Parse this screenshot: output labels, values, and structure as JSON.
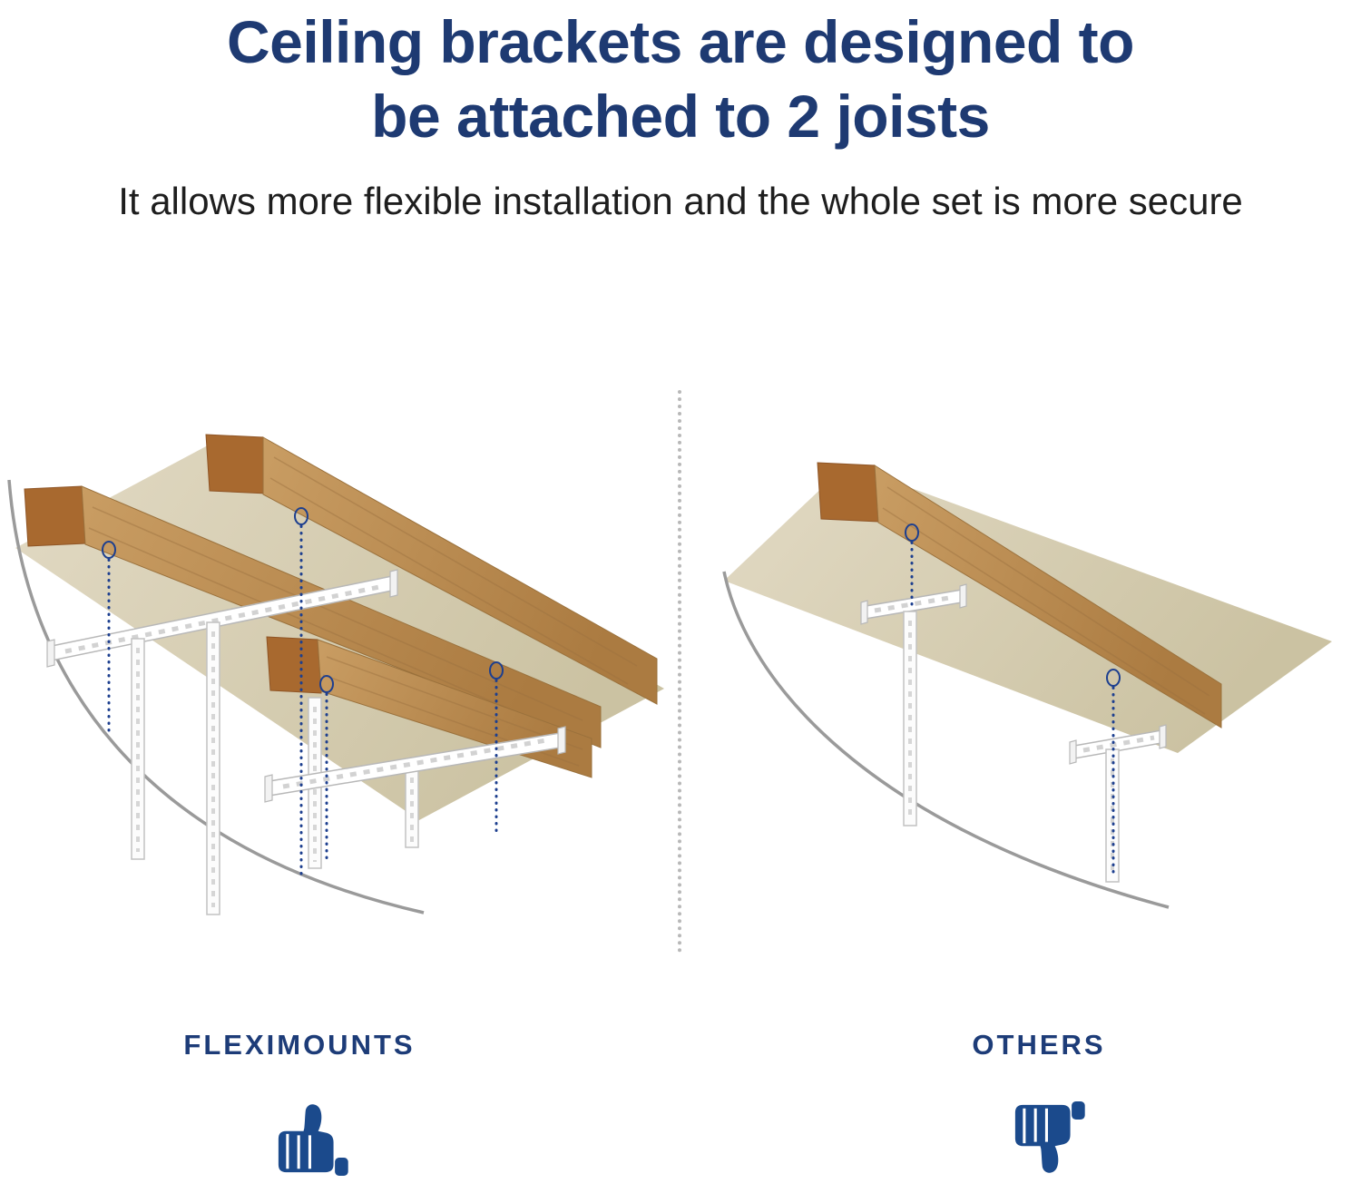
{
  "title": {
    "line1": "Ceiling brackets are designed to",
    "line2": "be attached to 2 joists"
  },
  "subtitle": "It allows more flexible installation and the whole set is more secure",
  "comparison": {
    "left": {
      "label": "FLEXIMOUNTS",
      "verdict": "positive",
      "verdict_icon": "thumbs-up-icon"
    },
    "right": {
      "label": "OTHERS",
      "verdict": "negative",
      "verdict_icon": "thumbs-down-icon"
    }
  },
  "colors": {
    "title_blue": "#1e3a72",
    "body_text": "#1e1e1e",
    "brand_label_blue": "#1d3c78",
    "icon_blue": "#1b4a8c",
    "screw_guide_blue": "#1d3f8f",
    "ceiling_beige": "#d8d0b5",
    "wood_face": "#bd8c52",
    "wood_end_grain": "#a8692f",
    "bracket_white": "#ffffff",
    "divider_gray": "#b8b8b8",
    "curve_gray": "#9a9a9a"
  }
}
